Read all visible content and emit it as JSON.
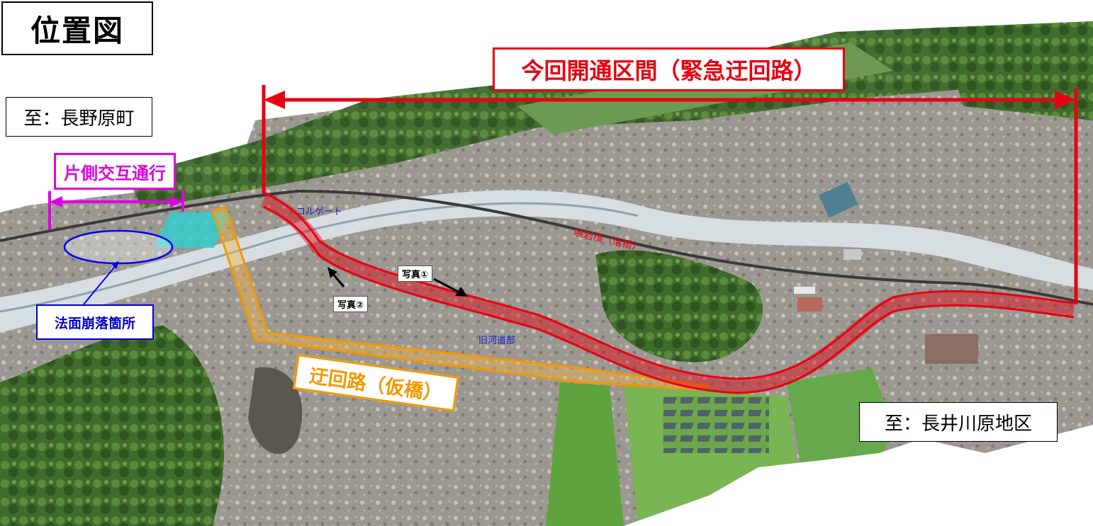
{
  "title": "位置図",
  "destination_left": "至：長野原町",
  "destination_right": "至：長井川原地区",
  "section_opened": "今回開通区間（緊急迂回路）",
  "one_way_traffic": "片側交互通行",
  "slope_collapse": "法面崩落箇所",
  "detour_temp_bridge": "迂回路（仮橋）",
  "culvert": "コルゲート",
  "fallen_bridge": "鳴岩橋（落橋）",
  "old_riverbed_road": "旧河道部",
  "photo_1": "写真①",
  "photo_2": "写真②",
  "colors": {
    "opened_section": "#e60012",
    "detour": "#f39800",
    "one_way": "#e000e0",
    "collapse": "#0000cc",
    "culvert": "#33cccc"
  }
}
